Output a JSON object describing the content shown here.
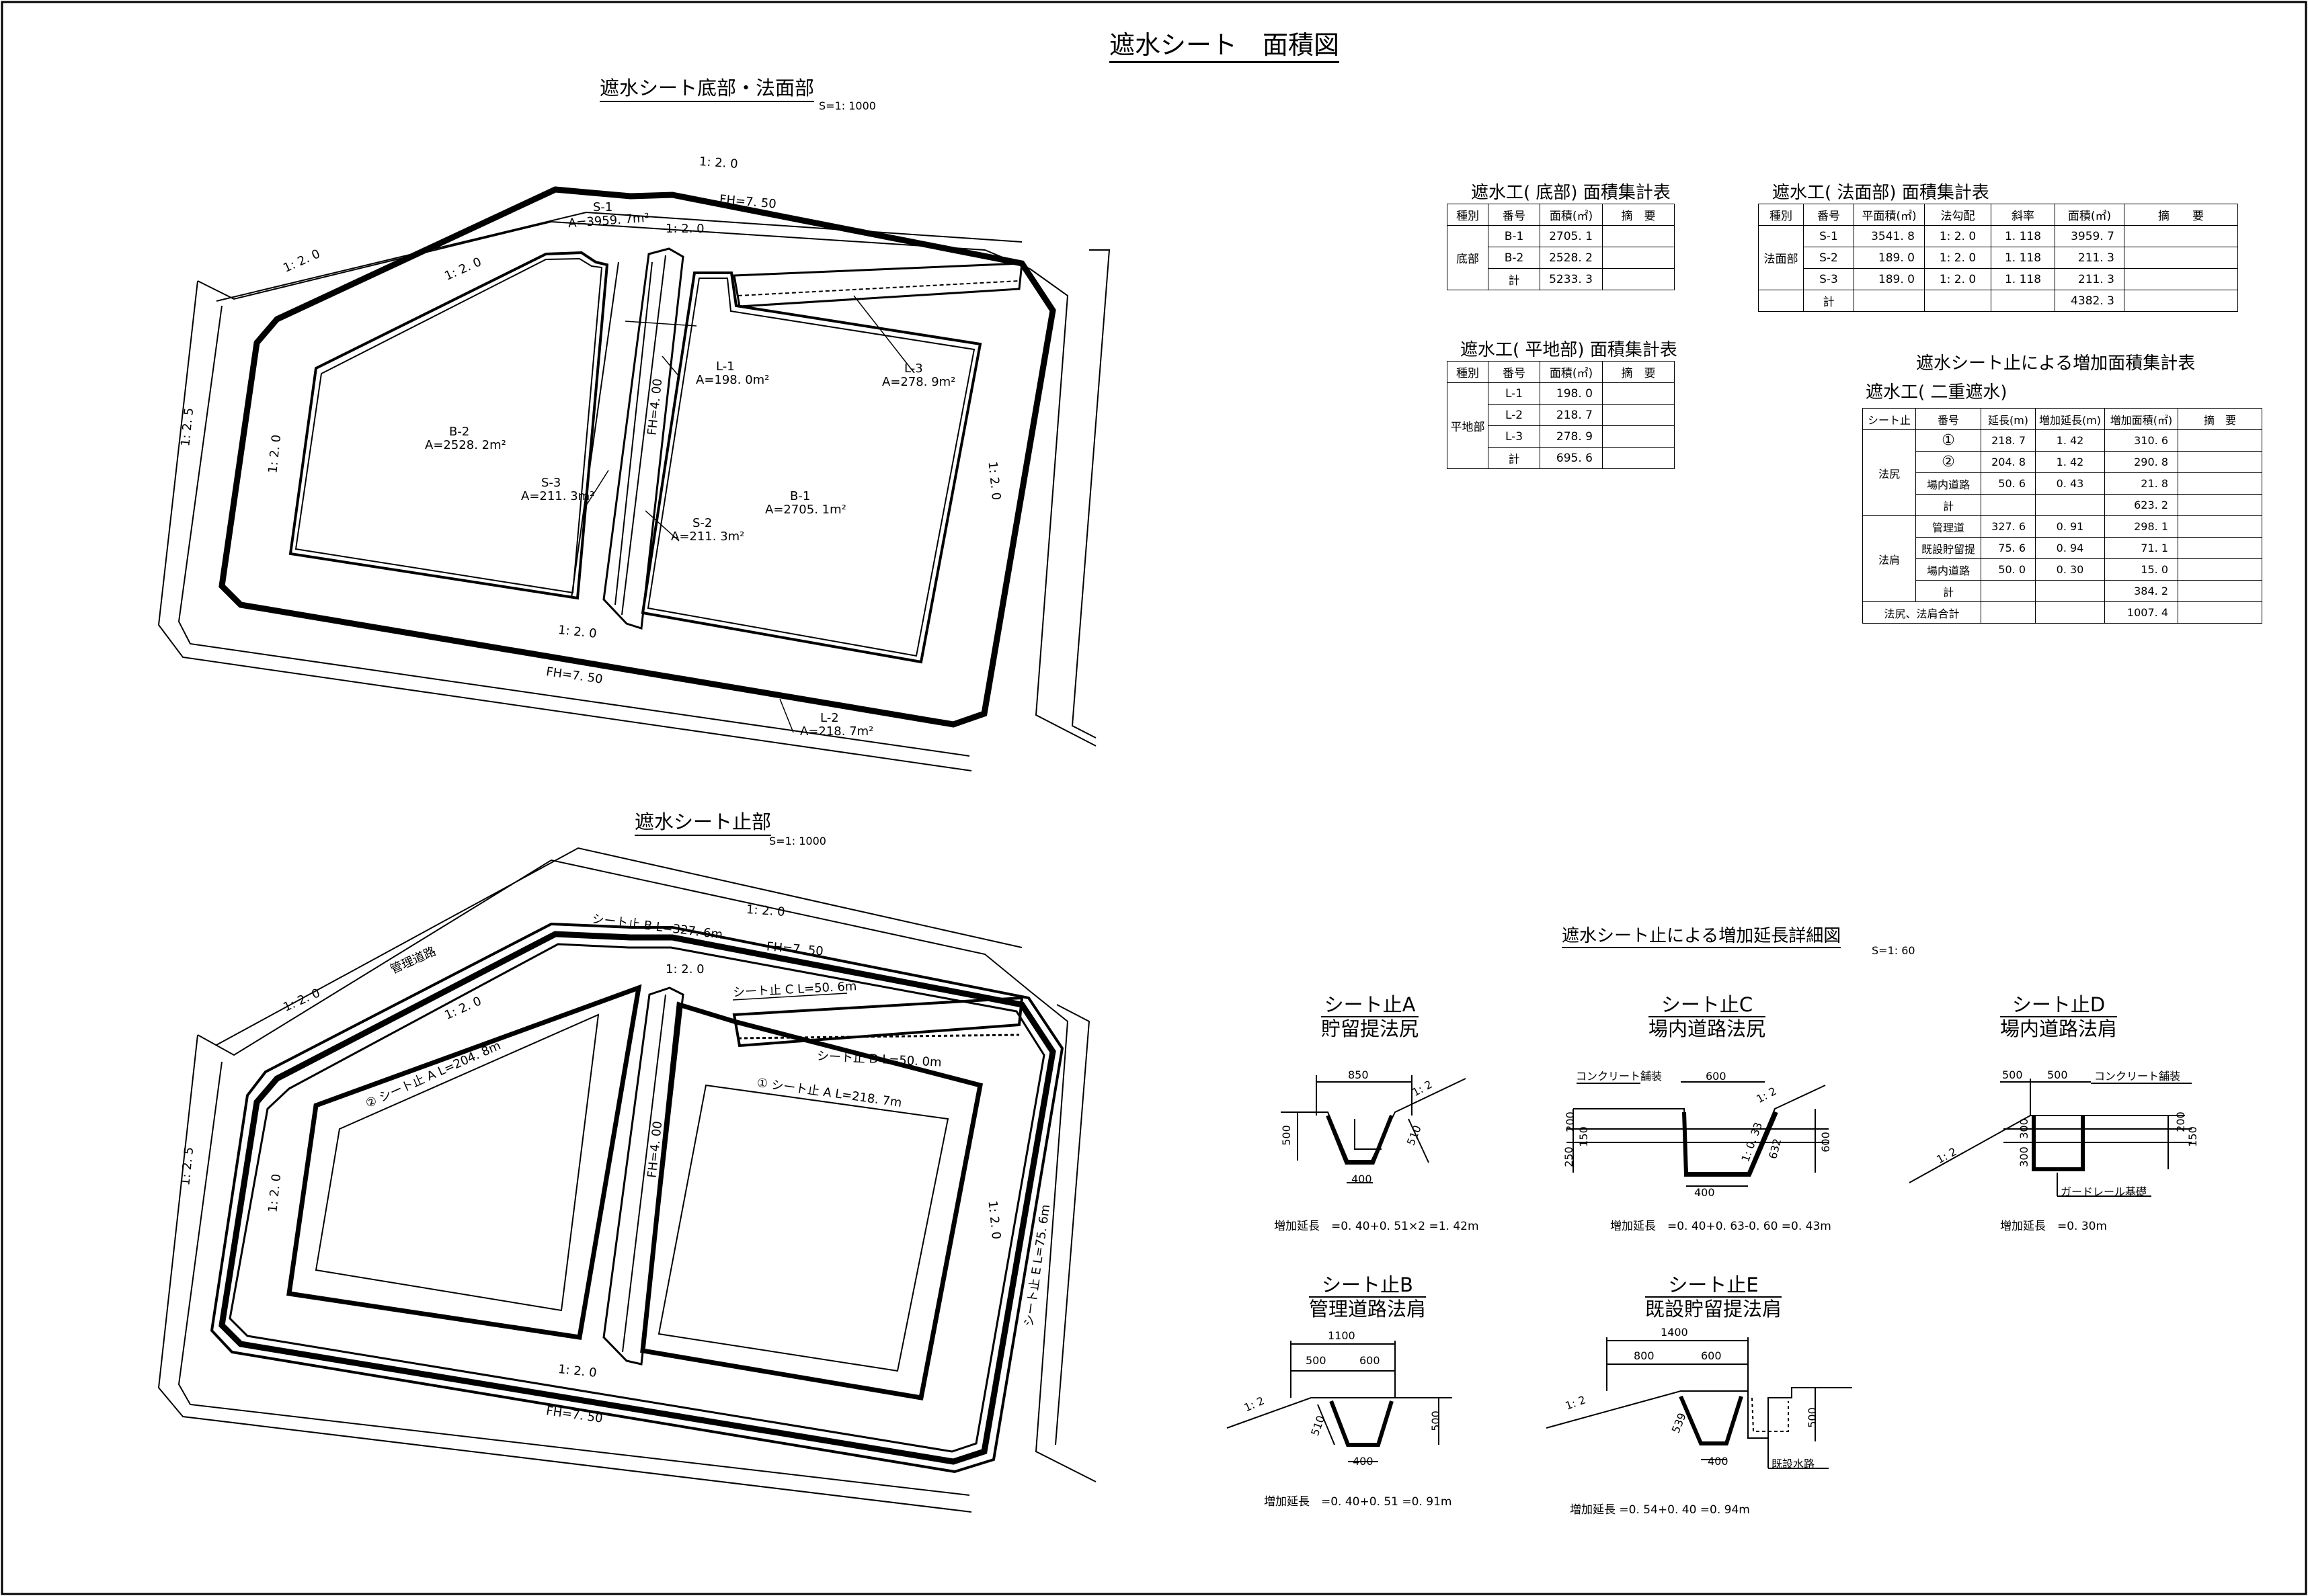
{
  "title": "遮水シート　面積図",
  "plan_top": {
    "title": "遮水シート底部・法面部",
    "scale": "S=1: 1000",
    "labels": {
      "s1_name": "S-1",
      "s1_area": "A=3959. 7m²",
      "b2_name": "B-2",
      "b2_area": "A=2528. 2m²",
      "b1_name": "B-1",
      "b1_area": "A=2705. 1m²",
      "l1_name": "L-1",
      "l1_area": "A=198. 0m²",
      "l2_name": "L-2",
      "l2_area": "A=218. 7m²",
      "l3_name": "L-3",
      "l3_area": "A=278. 9m²",
      "s2_name": "S-2",
      "s2_area": "A=211. 3m²",
      "s3_name": "S-3",
      "s3_area": "A=211. 3m²",
      "fh750": "FH=7. 50",
      "fh400": "FH=4. 00",
      "slope20": "1: 2. 0",
      "slope25": "1: 2. 5"
    }
  },
  "plan_bottom": {
    "title": "遮水シート止部",
    "scale": "S=1: 1000",
    "labels": {
      "kanri": "管理道路",
      "stop_b": "シート止 B  L=327. 6m",
      "stop_c": "シート止 C  L=50. 6m",
      "stop_d": "シート止 D  L=50. 0m",
      "stop_a2": "② シート止 A  L=204. 8m",
      "stop_a1": "① シート止 A  L=218. 7m",
      "stop_e": "シート止 E  L=75. 6m",
      "fh750": "FH=7. 50",
      "fh400": "FH=4. 00",
      "slope20": "1: 2. 0",
      "slope25": "1: 2. 5"
    }
  },
  "table_bottom": {
    "title": "遮水工( 底部)  面積集計表",
    "headers": [
      "種別",
      "番号",
      "面積(㎡)",
      "摘　要"
    ],
    "group": "底部",
    "rows": [
      [
        "B-1",
        "2705. 1"
      ],
      [
        "B-2",
        "2528. 2"
      ],
      [
        "計",
        "5233. 3"
      ]
    ]
  },
  "table_flat": {
    "title": "遮水工( 平地部)  面積集計表",
    "headers": [
      "種別",
      "番号",
      "面積(㎡)",
      "摘　要"
    ],
    "group": "平地部",
    "rows": [
      [
        "L-1",
        "198. 0"
      ],
      [
        "L-2",
        "218. 7"
      ],
      [
        "L-3",
        "278. 9"
      ],
      [
        "計",
        "695. 6"
      ]
    ]
  },
  "table_slope": {
    "title": "遮水工( 法面部)  面積集計表",
    "headers": [
      "種別",
      "番号",
      "平面積(㎡)",
      "法勾配",
      "斜率",
      "面積(㎡)",
      "摘　　要"
    ],
    "group": "法面部",
    "rows": [
      [
        "S-1",
        "3541. 8",
        "1: 2. 0",
        "1. 118",
        "3959. 7"
      ],
      [
        "S-2",
        "189. 0",
        "1: 2. 0",
        "1. 118",
        "211. 3"
      ],
      [
        "S-3",
        "189. 0",
        "1: 2. 0",
        "1. 118",
        "211. 3"
      ],
      [
        "計",
        "",
        "",
        "",
        "4382. 3"
      ]
    ]
  },
  "table_add": {
    "title": "遮水シート止による増加面積集計表",
    "subtitle": "遮水工( 二重遮水)",
    "headers": [
      "シート止",
      "番号",
      "延長(m)",
      "増加延長(m)",
      "増加面積(㎡)",
      "摘　要"
    ],
    "group1": "法尻",
    "rows1": [
      [
        "①",
        "218. 7",
        "1. 42",
        "310. 6"
      ],
      [
        "②",
        "204. 8",
        "1. 42",
        "290. 8"
      ],
      [
        "場内道路",
        "50. 6",
        "0. 43",
        "21. 8"
      ],
      [
        "計",
        "",
        "",
        "623. 2"
      ]
    ],
    "group2": "法肩",
    "rows2": [
      [
        "管理道",
        "327. 6",
        "0. 91",
        "298. 1"
      ],
      [
        "既設貯留提",
        "75. 6",
        "0. 94",
        "71. 1"
      ],
      [
        "場内道路",
        "50. 0",
        "0. 30",
        "15. 0"
      ],
      [
        "計",
        "",
        "",
        "384. 2"
      ]
    ],
    "total_label": "法尻、法肩合計",
    "total_value": "1007. 4"
  },
  "details": {
    "title": "遮水シート止による増加延長詳細図",
    "scale": "S=1: 60",
    "a": {
      "name": "シート止A",
      "desc": "貯留提法尻",
      "calc": "増加延長　=0. 40+0. 51×2 =1. 42m",
      "d1": "850",
      "d2": "500",
      "d3": "510",
      "d4": "400",
      "slope": "1: 2"
    },
    "c": {
      "name": "シート止C",
      "desc": "場内道路法尻",
      "calc": "増加延長　=0. 40+0. 63-0. 60 =0. 43m",
      "d1": "600",
      "d2": "200",
      "d3": "150",
      "d4": "250",
      "d5": "632",
      "d6": "600",
      "d7": "400",
      "slope": "1: 2",
      "slope2": "1: 0. 33",
      "pave": "コンクリート舗装"
    },
    "d": {
      "name": "シート止D",
      "desc": "場内道路法肩",
      "calc": "増加延長　=0. 30m",
      "d1": "500",
      "d2": "500",
      "d3": "300",
      "d4": "200",
      "d5": "150",
      "d6": "300",
      "slope": "1: 2",
      "pave": "コンクリート舗装",
      "guard": "ガードレール基礎"
    },
    "b": {
      "name": "シート止B",
      "desc": "管理道路法肩",
      "calc": "増加延長　=0. 40+0. 51 =0. 91m",
      "d1": "1100",
      "d2": "500",
      "d3": "600",
      "d4": "510",
      "d5": "500",
      "d6": "400",
      "slope": "1: 2"
    },
    "e": {
      "name": "シート止E",
      "desc": "既設貯留提法肩",
      "calc": "増加延長 =0. 54+0. 40 =0. 94m",
      "d1": "1400",
      "d2": "800",
      "d3": "600",
      "d4": "539",
      "d5": "400",
      "d6": "500",
      "slope": "1: 2",
      "channel": "既設水路"
    }
  }
}
